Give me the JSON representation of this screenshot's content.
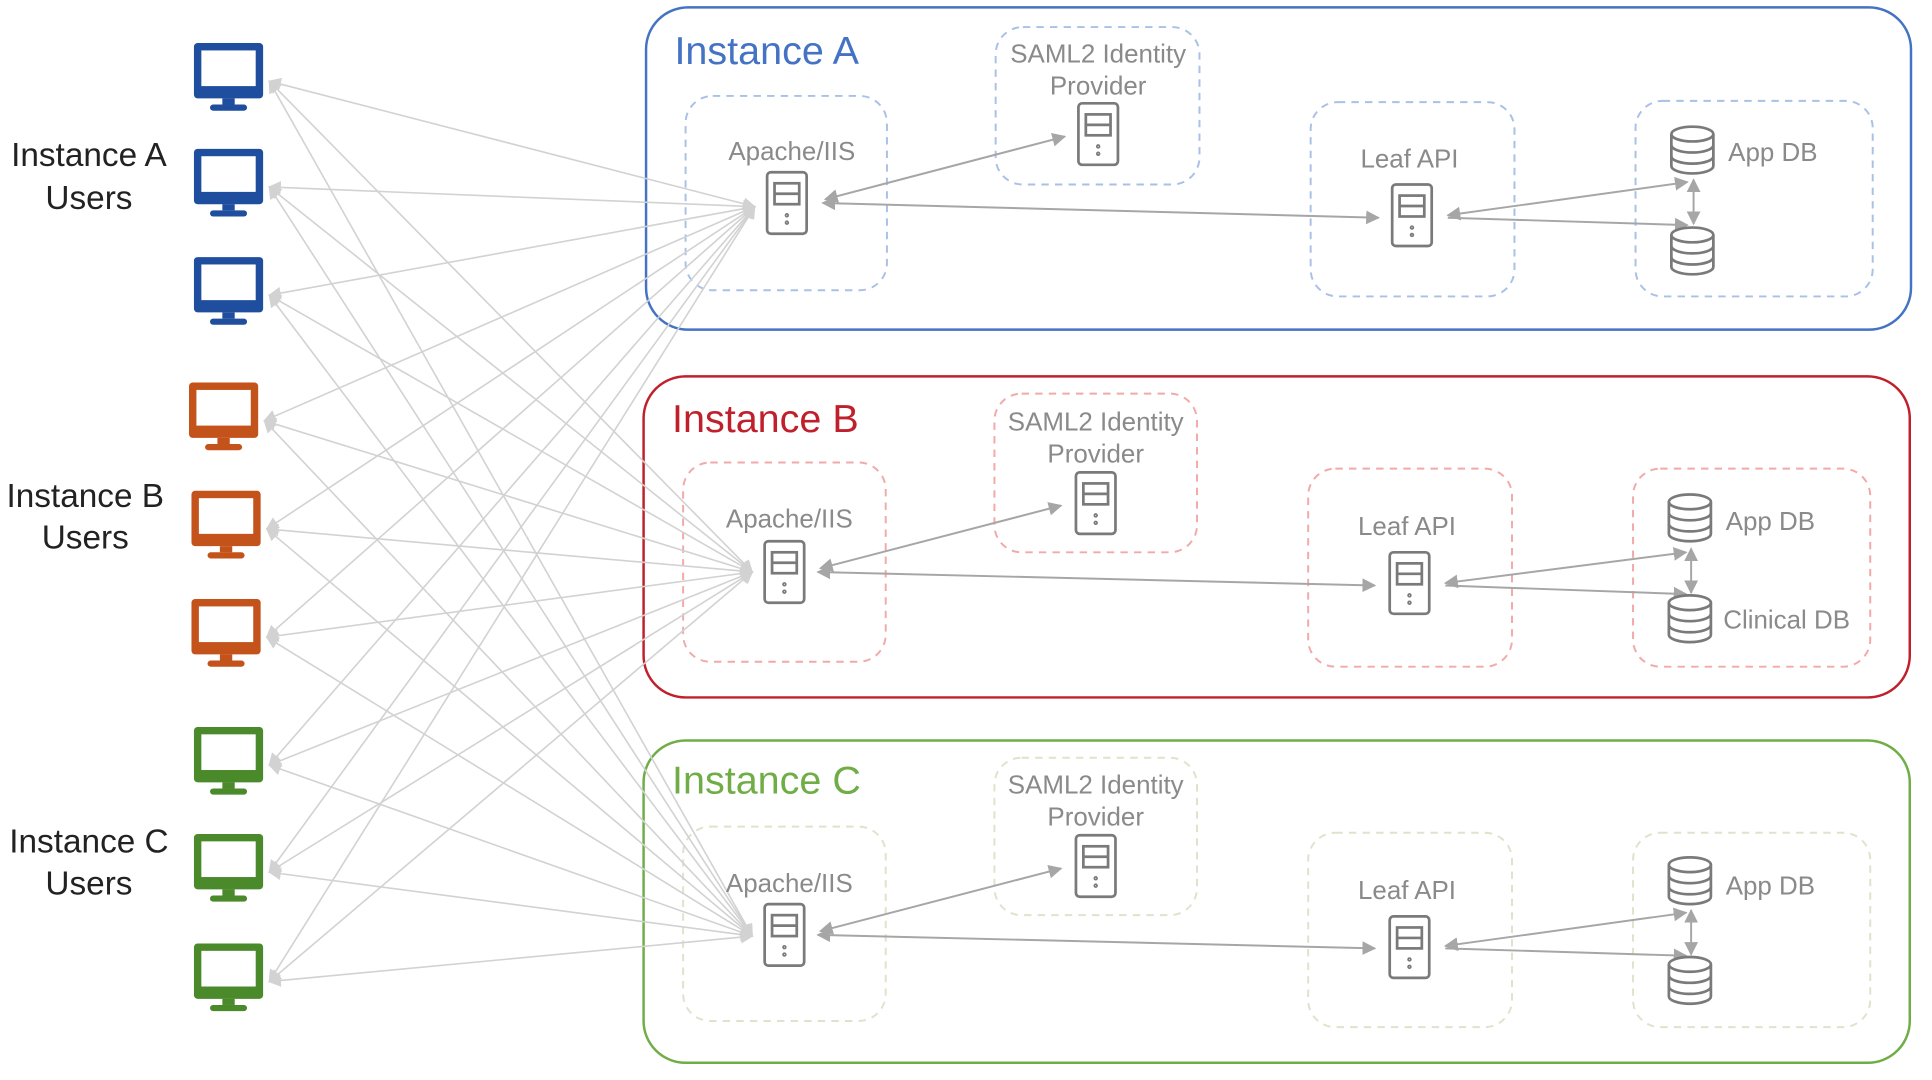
{
  "colors": {
    "connector": "#d2d2d2",
    "arrow": "#a6a6a6",
    "icon_stroke": "#7a7a7a"
  },
  "user_groups": [
    {
      "label_line1": "Instance A",
      "label_line2": "Users",
      "color": "#1f4e9e"
    },
    {
      "label_line1": "Instance B",
      "label_line2": "Users",
      "color": "#c4521b"
    },
    {
      "label_line1": "Instance C",
      "label_line2": "Users",
      "color": "#4a8a2b"
    }
  ],
  "instances": [
    {
      "title": "Instance A",
      "color": "#4472c4",
      "dash_color": "#a9c1e6",
      "web_label": "Apache/IIS",
      "idp_label_line1": "SAML2 Identity",
      "idp_label_line2": "Provider",
      "api_label": "Leaf API",
      "db_label_1": "App DB"
    },
    {
      "title": "Instance B",
      "color": "#c0202b",
      "dash_color": "#f2a9a9",
      "web_label": "Apache/IIS",
      "idp_label_line1": "SAML2 Identity",
      "idp_label_line2": "Provider",
      "api_label": "Leaf API",
      "db_label_1": "App DB",
      "db_label_2": "Clinical DB"
    },
    {
      "title": "Instance C",
      "color": "#70ad47",
      "dash_color": "#dde4cc",
      "web_label": "Apache/IIS",
      "idp_label_line1": "SAML2 Identity",
      "idp_label_line2": "Provider",
      "api_label": "Leaf API",
      "db_label_1": "App DB"
    }
  ]
}
